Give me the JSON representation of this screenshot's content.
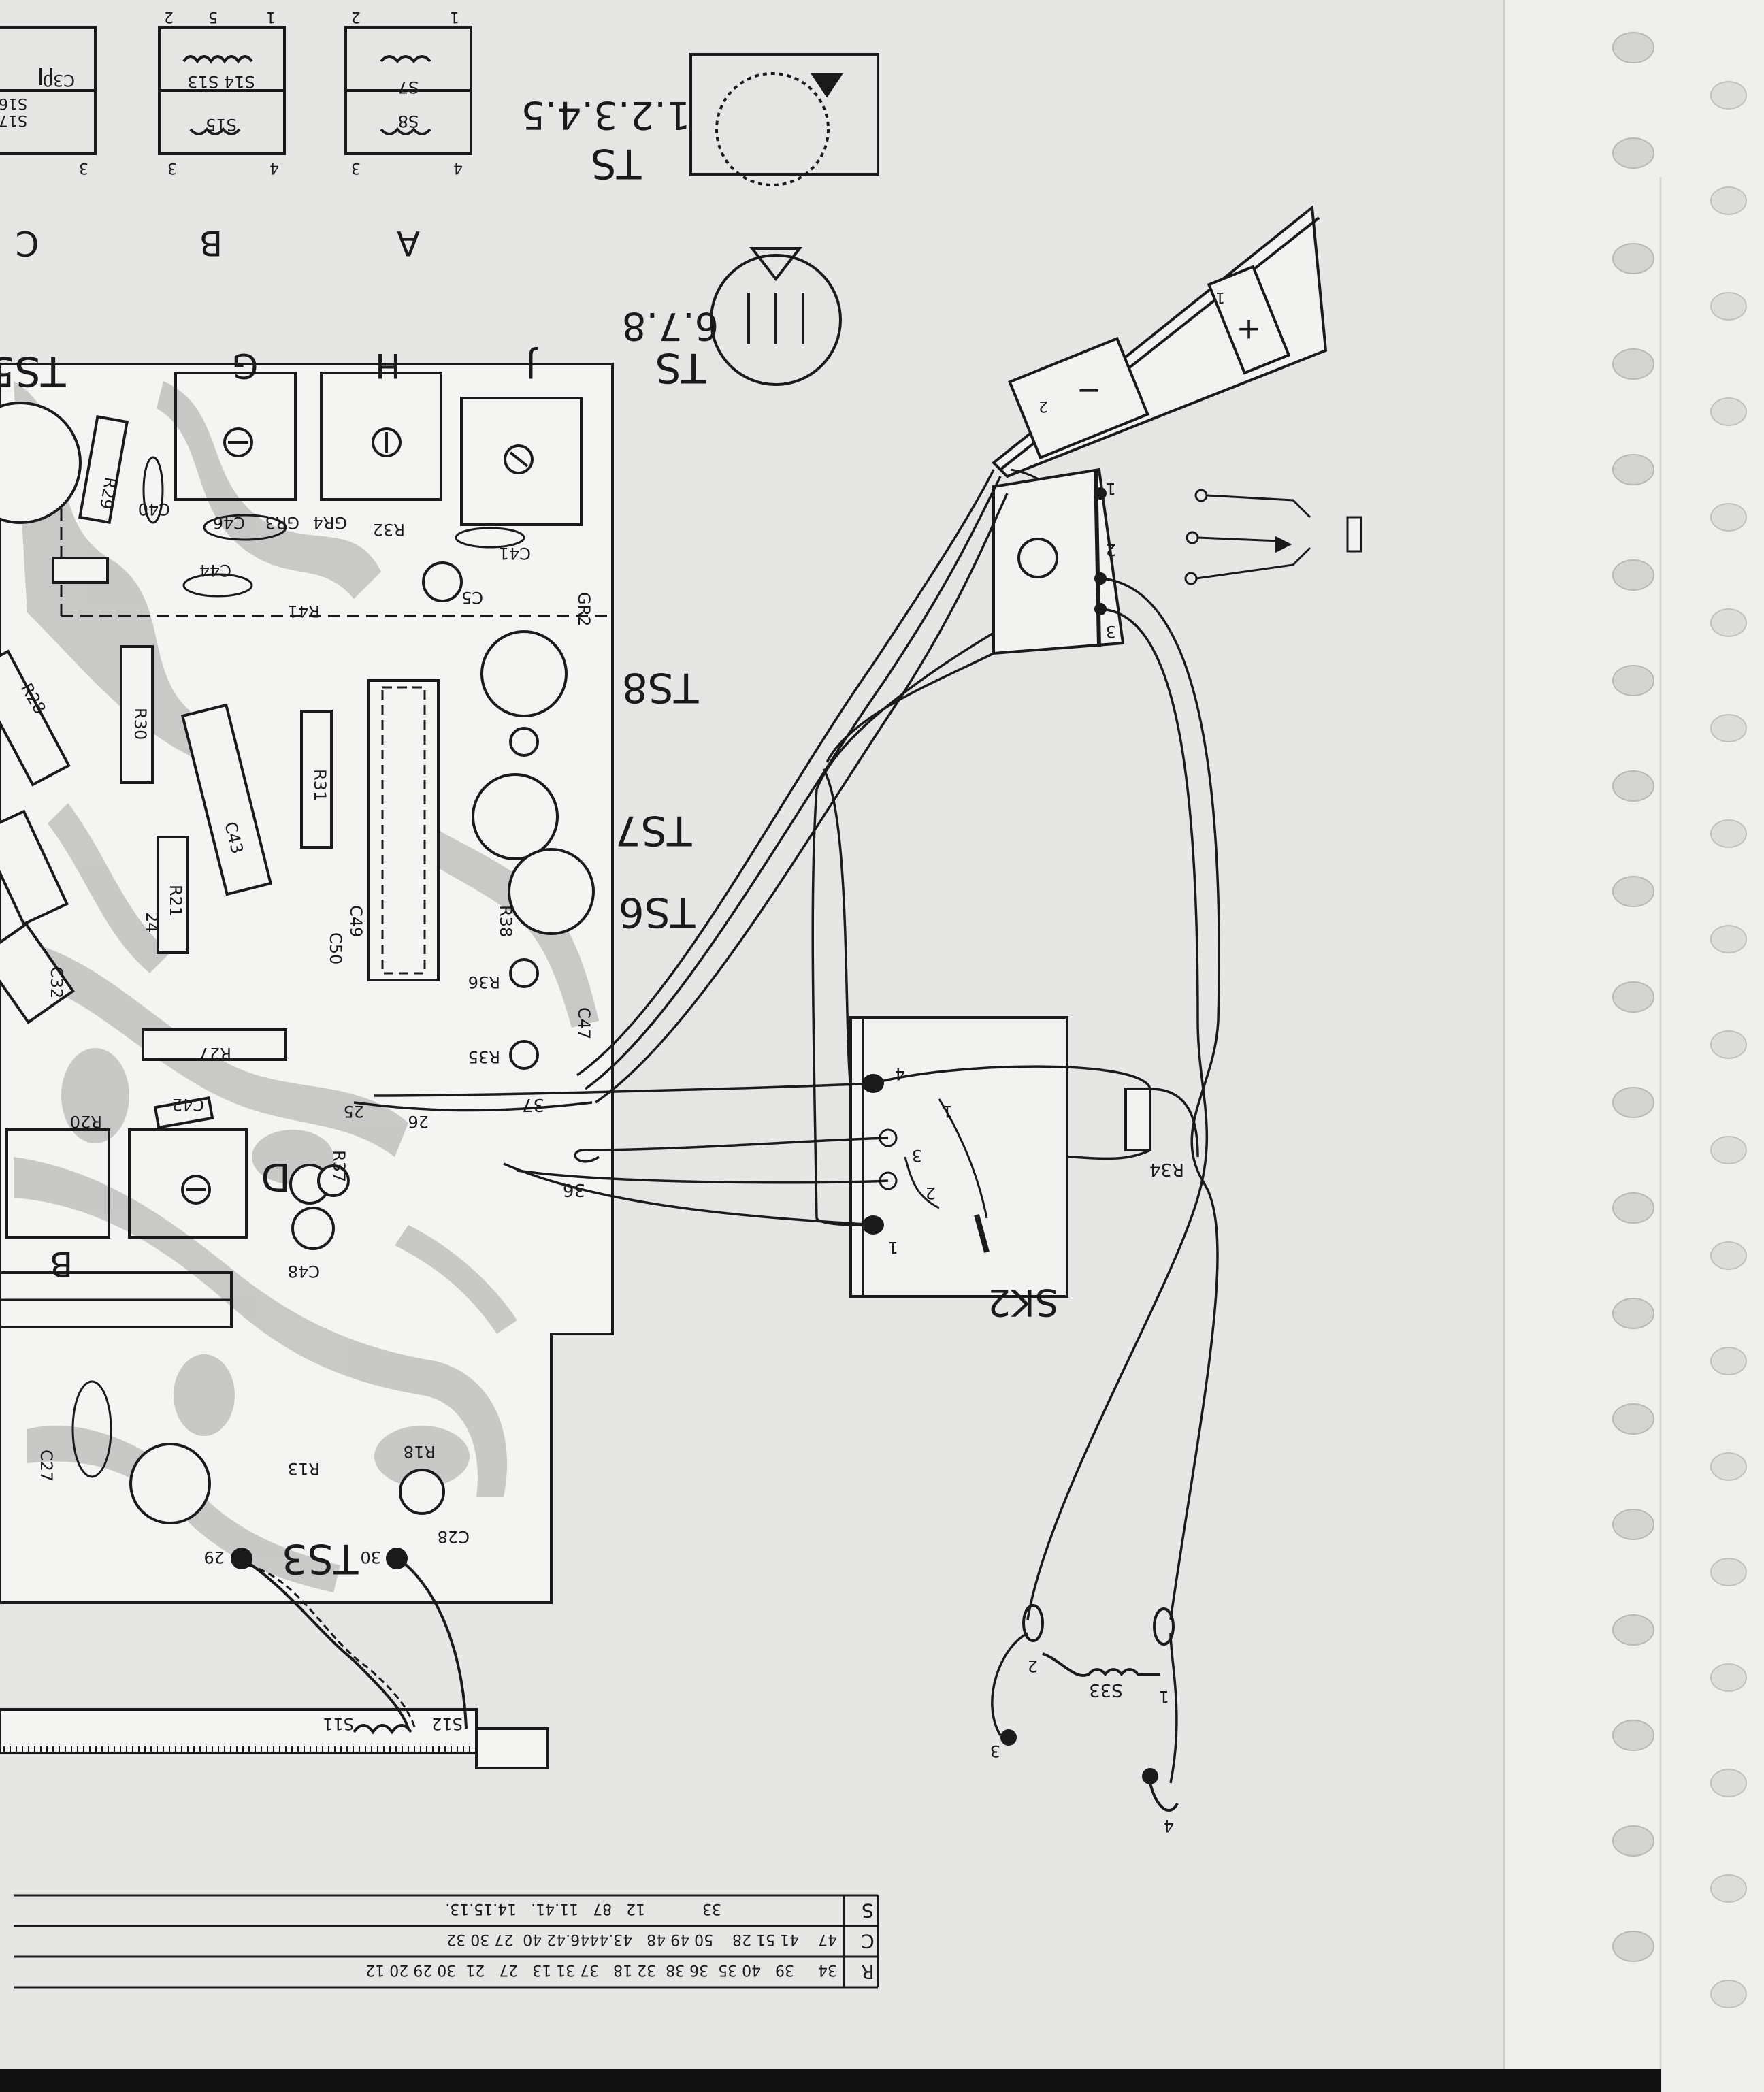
{
  "top_left_components": {
    "row_A": {
      "left": "2",
      "right": "1",
      "coil_a": "S7",
      "coil_b": "S8",
      "bl": "4",
      "br": "3"
    },
    "row_B": {
      "tl": "2",
      "t1": "5",
      "t2": "1",
      "coil_a": "S14 S13",
      "coil_b": "S15",
      "bl": "4",
      "br": "3"
    },
    "row_C": {
      "cap": "C30",
      "s17": "S17",
      "s16": "S16",
      "bl": "3"
    },
    "row_letters": {
      "a": "A",
      "b": "B",
      "c": "C"
    }
  },
  "transistor_labels": {
    "ts_12345": {
      "title": "TS",
      "pins": "1.2.3.4.5"
    },
    "ts_678": {
      "title": "TS",
      "pins": "6.7.8"
    },
    "ts8": "TS8",
    "ts7": "TS7",
    "ts6": "TS6",
    "ts3": "TS3",
    "ts5_partial": "TS5"
  },
  "board_column_letters": {
    "g": "G",
    "h": "H",
    "j": "J",
    "d": "D",
    "b": "B"
  },
  "board_components": {
    "r29": "R29",
    "c40": "C40",
    "c46": "C46",
    "gr3": "GR3",
    "gr4": "GR4",
    "r32": "R32",
    "c41": "C41",
    "c44": "C44",
    "r41": "R41",
    "c5": "C5",
    "gr2": "GR2",
    "r30": "R30",
    "r28": "R28",
    "r31": "R31",
    "c43": "C43",
    "r21": "R21",
    "c49": "C49",
    "c50": "C50",
    "r38": "R38",
    "r36": "R36",
    "c47": "C47",
    "r35": "R35",
    "r27": "R27",
    "c42": "C42",
    "r37": "R37",
    "c48": "C48",
    "r13": "R13",
    "r18": "R18",
    "c28": "C28",
    "c32": "C32",
    "r20": "R20",
    "c27": "C27",
    "n24": "24",
    "n29": "29",
    "n30": "30",
    "n25": "25",
    "n26": "26",
    "n36": "36",
    "n37": "37"
  },
  "switch_sk2": {
    "label": "SK2",
    "pins": [
      "4",
      "1",
      "3",
      "2",
      "1"
    ],
    "resistor": "R34"
  },
  "coil_s33": {
    "label": "S33",
    "pins": [
      "2",
      "1",
      "3",
      "4"
    ]
  },
  "battery": {
    "plus": "+",
    "minus": "−",
    "p1": "1",
    "p2": "2"
  },
  "terminal_strip": {
    "pins": [
      "1",
      "2",
      "3"
    ]
  },
  "ferrite": {
    "s11": "S11",
    "s12": "S12"
  },
  "reference_table": {
    "rows": [
      {
        "key": "S",
        "values": "33            12   87   11.41.   14.15.13."
      },
      {
        "key": "C",
        "values": "47    41 51 28    50 49 48   43.4446.42 40  27 30 32"
      },
      {
        "key": "R",
        "values": "34     39   40 35  36 38  32 18   37 31 13   27   21  30 29 20 12"
      }
    ]
  },
  "colors": {
    "paper": "#e6e6e4",
    "ink": "#1a1a1a",
    "copper": "#bdbdbb",
    "binding": "#f2f2f0"
  }
}
